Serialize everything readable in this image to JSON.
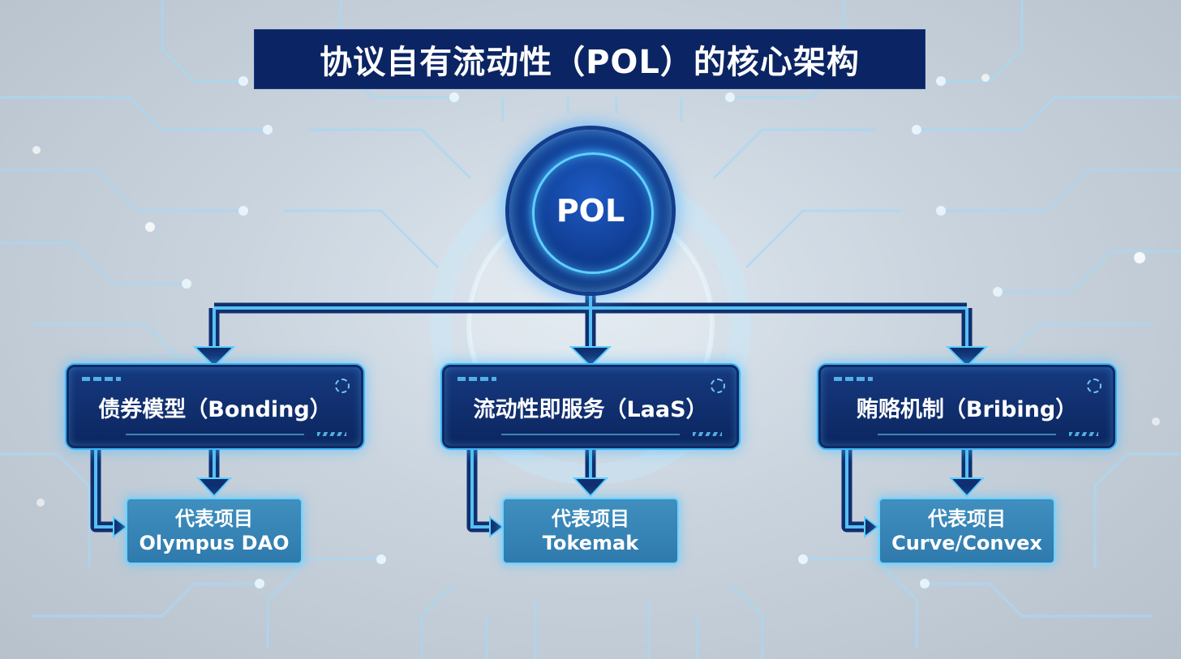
{
  "title": "协议自有流动性（POL）的核心架构",
  "root": {
    "label": "POL"
  },
  "mechanisms": [
    {
      "label": "债券模型（Bonding）",
      "project_caption": "代表项目",
      "project_name": "Olympus DAO"
    },
    {
      "label": "流动性即服务（LaaS）",
      "project_caption": "代表项目",
      "project_name": "Tokemak"
    },
    {
      "label": "贿赂机制（Bribing）",
      "project_caption": "代表项目",
      "project_name": "Curve/Convex"
    }
  ],
  "colors": {
    "title_bg": "#0b2463",
    "node_fill": "#0f3a8e",
    "glow": "#4cc4ff",
    "project_fill": "#3f8fbf"
  }
}
